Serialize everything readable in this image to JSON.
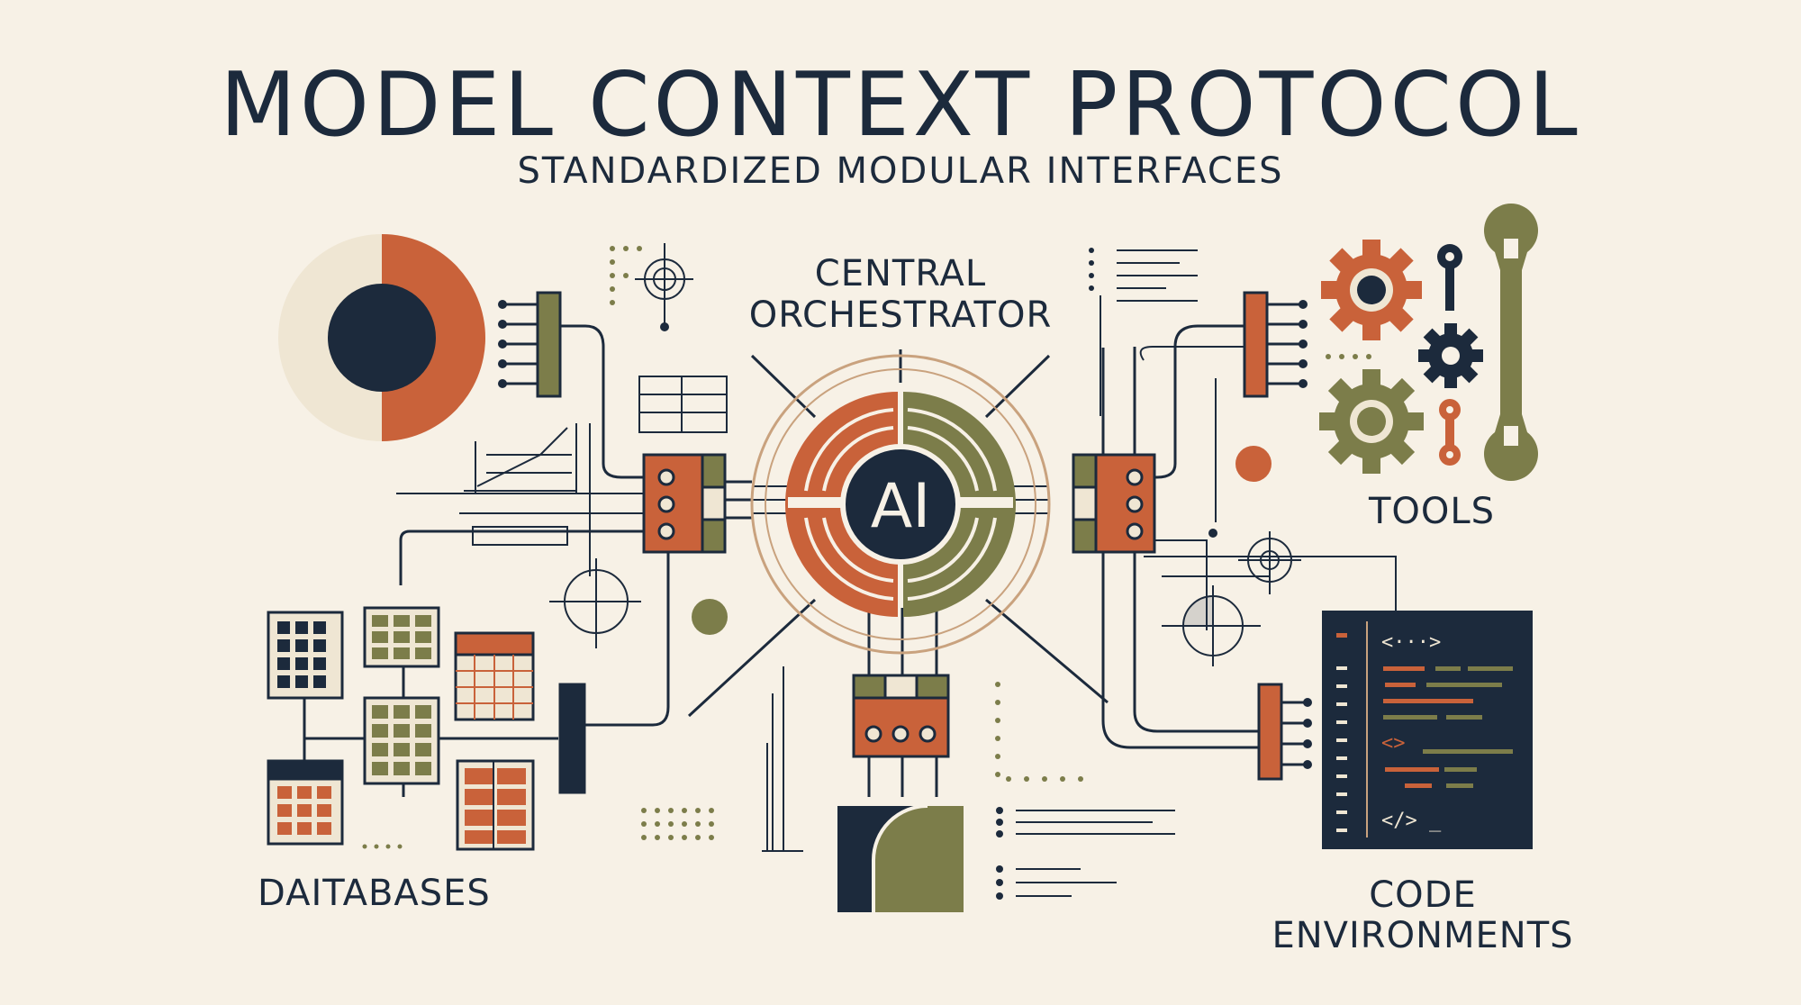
{
  "header": {
    "title": "MODEL CONTEXT PROTOCOL",
    "subtitle": "STANDARDIZED MODULAR INTERFACES"
  },
  "hub": {
    "label_line1": "CENTRAL",
    "label_line2": "ORCHESTRATOR",
    "core_text": "AI"
  },
  "sections": {
    "tools": "TOOLS",
    "databases": "DAITABASES",
    "code_line1": "CODE",
    "code_line2": "ENVIRONMENTS"
  },
  "code_editor": {
    "snippet_1": "<···>",
    "snippet_2": "<>",
    "snippet_3": "</> _"
  },
  "icons": {
    "gear": "gear-icon",
    "wrench": "wrench-icon",
    "database_grid": "database-grid-icon",
    "code_window": "code-window-icon",
    "connector": "connector-plug-icon",
    "crosshair": "crosshair-icon"
  },
  "colors": {
    "background": "#f7f1e6",
    "navy": "#1c2a3c",
    "orange": "#c9623a",
    "olive": "#7c7d4a",
    "cream": "#efe6d3"
  }
}
